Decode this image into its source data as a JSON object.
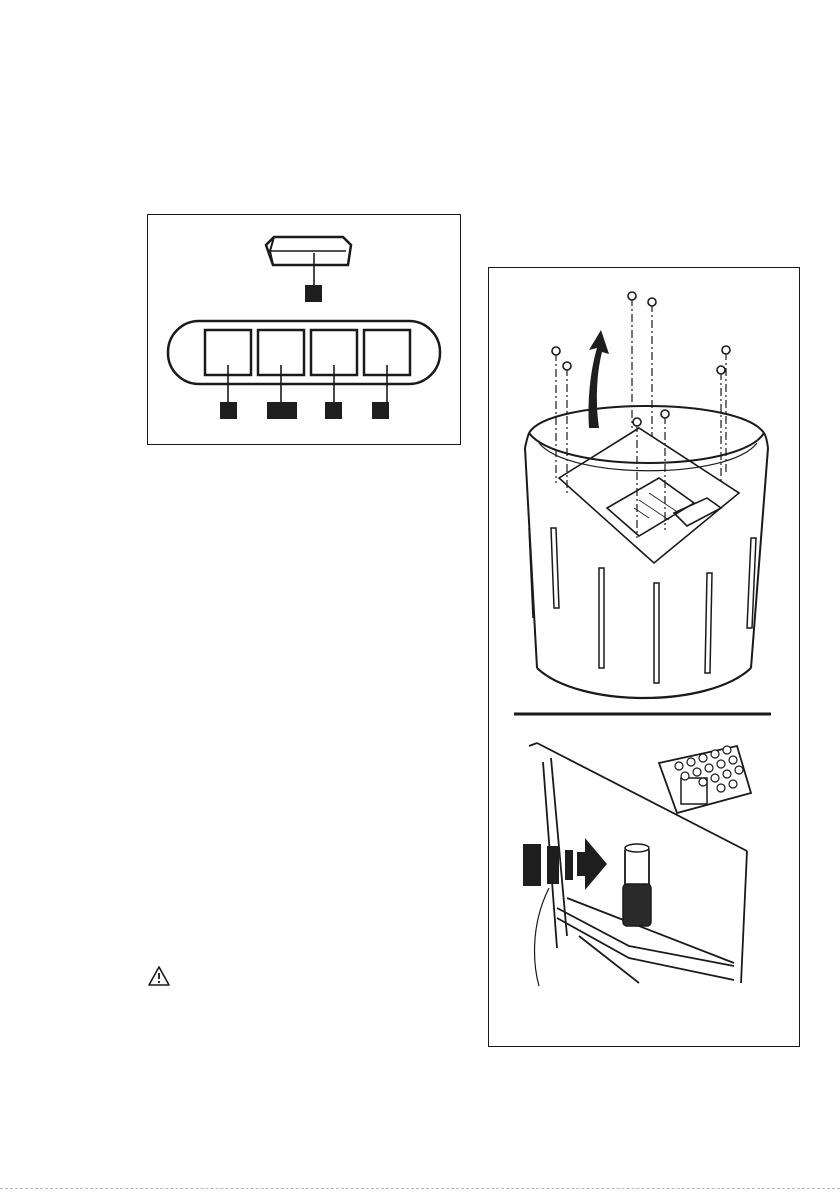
{
  "figures": {
    "control_panel": {
      "callout_count": 5,
      "key_count": 4
    },
    "hood_assembly": {
      "screw_count": 8,
      "arrow_directions": [
        "up",
        "right"
      ]
    }
  },
  "icons": {
    "warning": "warning-triangle-icon"
  },
  "colors": {
    "line": "#1a1a1a",
    "fill_dark": "#1e1e1e",
    "panel_bg": "#ffffff"
  }
}
